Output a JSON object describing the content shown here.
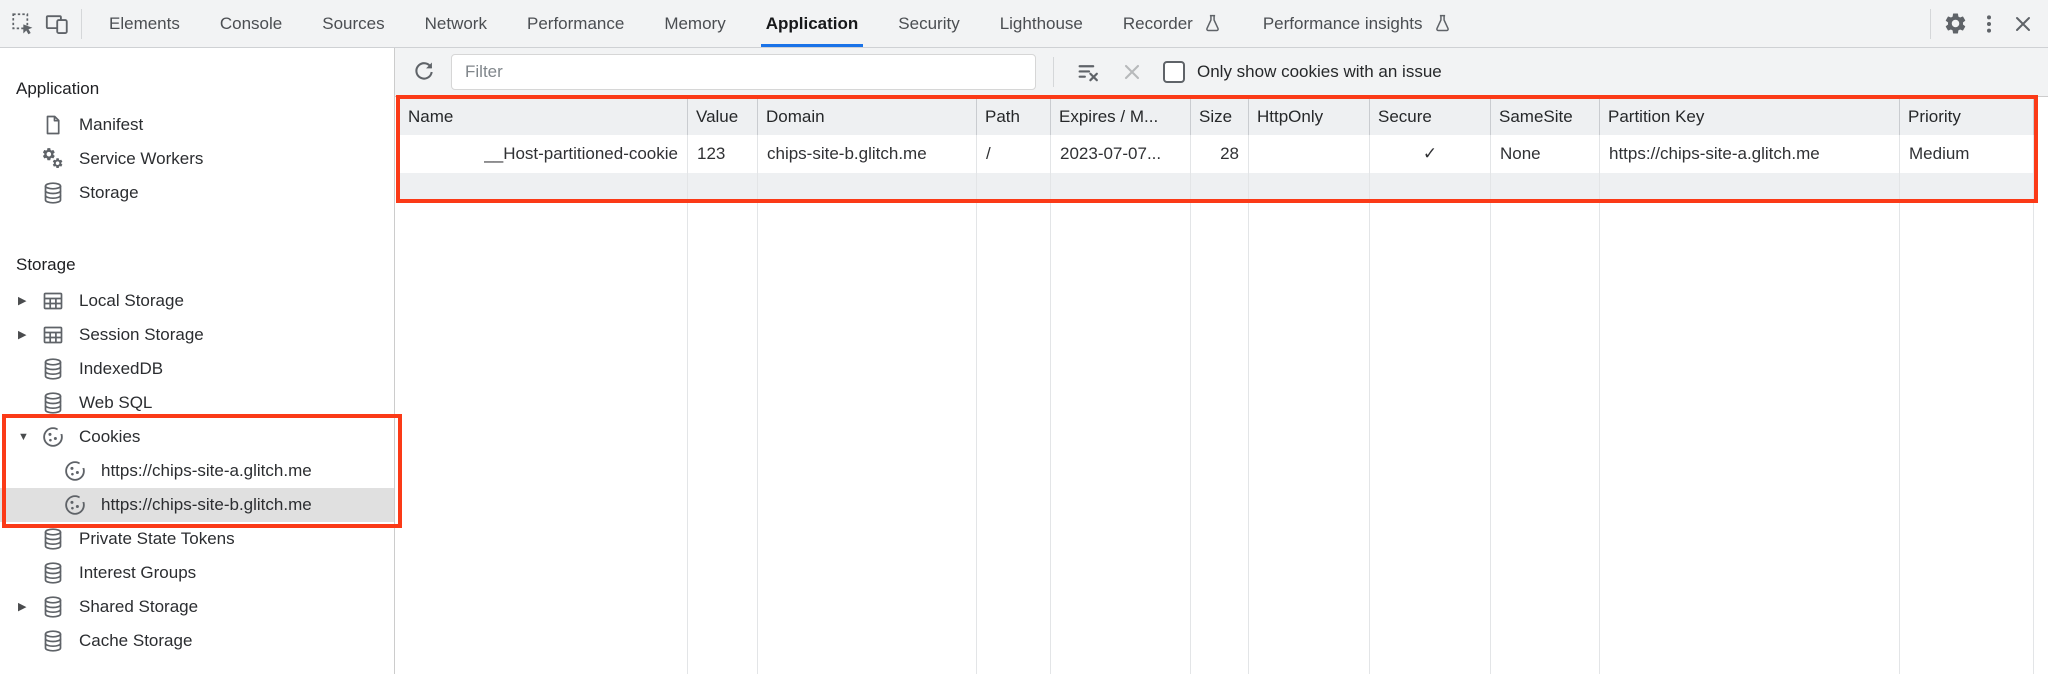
{
  "colors": {
    "annotation_red": "#fb3a17",
    "active_tab_blue": "#1a73e8",
    "selected_row_bg": "#e0e0e0"
  },
  "tabs": {
    "items": [
      {
        "label": "Elements"
      },
      {
        "label": "Console"
      },
      {
        "label": "Sources"
      },
      {
        "label": "Network"
      },
      {
        "label": "Performance"
      },
      {
        "label": "Memory"
      },
      {
        "label": "Application",
        "active": true
      },
      {
        "label": "Security"
      },
      {
        "label": "Lighthouse"
      },
      {
        "label": "Recorder",
        "experiment_flask": true
      },
      {
        "label": "Performance insights",
        "experiment_flask": true
      }
    ]
  },
  "sidebar": {
    "app_title": "Application",
    "app_items": [
      {
        "label": "Manifest",
        "icon": "file-icon"
      },
      {
        "label": "Service Workers",
        "icon": "gears-icon"
      },
      {
        "label": "Storage",
        "icon": "database-icon"
      }
    ],
    "storage_title": "Storage",
    "storage_items": [
      {
        "label": "Local Storage",
        "icon": "table-icon",
        "disclosure": "collapsed"
      },
      {
        "label": "Session Storage",
        "icon": "table-icon",
        "disclosure": "collapsed"
      },
      {
        "label": "IndexedDB",
        "icon": "database-icon"
      },
      {
        "label": "Web SQL",
        "icon": "database-icon"
      },
      {
        "label": "Cookies",
        "icon": "cookie-icon",
        "disclosure": "expanded"
      },
      {
        "label": "https://chips-site-a.glitch.me",
        "icon": "cookie-icon",
        "child": true
      },
      {
        "label": "https://chips-site-b.glitch.me",
        "icon": "cookie-icon",
        "child": true,
        "selected": true
      },
      {
        "label": "Private State Tokens",
        "icon": "database-icon"
      },
      {
        "label": "Interest Groups",
        "icon": "database-icon"
      },
      {
        "label": "Shared Storage",
        "icon": "database-icon",
        "disclosure": "collapsed"
      },
      {
        "label": "Cache Storage",
        "icon": "database-icon"
      }
    ],
    "disclosure_collapsed": "▶",
    "disclosure_expanded": "▼"
  },
  "filter_bar": {
    "placeholder": "Filter",
    "checkbox_label": "Only show cookies with an issue",
    "checkbox_checked": false
  },
  "cookie_table": {
    "columns": [
      "Name",
      "Value",
      "Domain",
      "Path",
      "Expires / M...",
      "Size",
      "HttpOnly",
      "Secure",
      "SameSite",
      "Partition Key",
      "Priority"
    ],
    "row": {
      "name": "__Host-partitioned-cookie",
      "value": "123",
      "domain": "chips-site-b.glitch.me",
      "path": "/",
      "expires": "2023-07-07...",
      "size": "28",
      "http_only": "",
      "secure": "✓",
      "same_site": "None",
      "partition_key": "https://chips-site-a.glitch.me",
      "priority": "Medium"
    }
  }
}
